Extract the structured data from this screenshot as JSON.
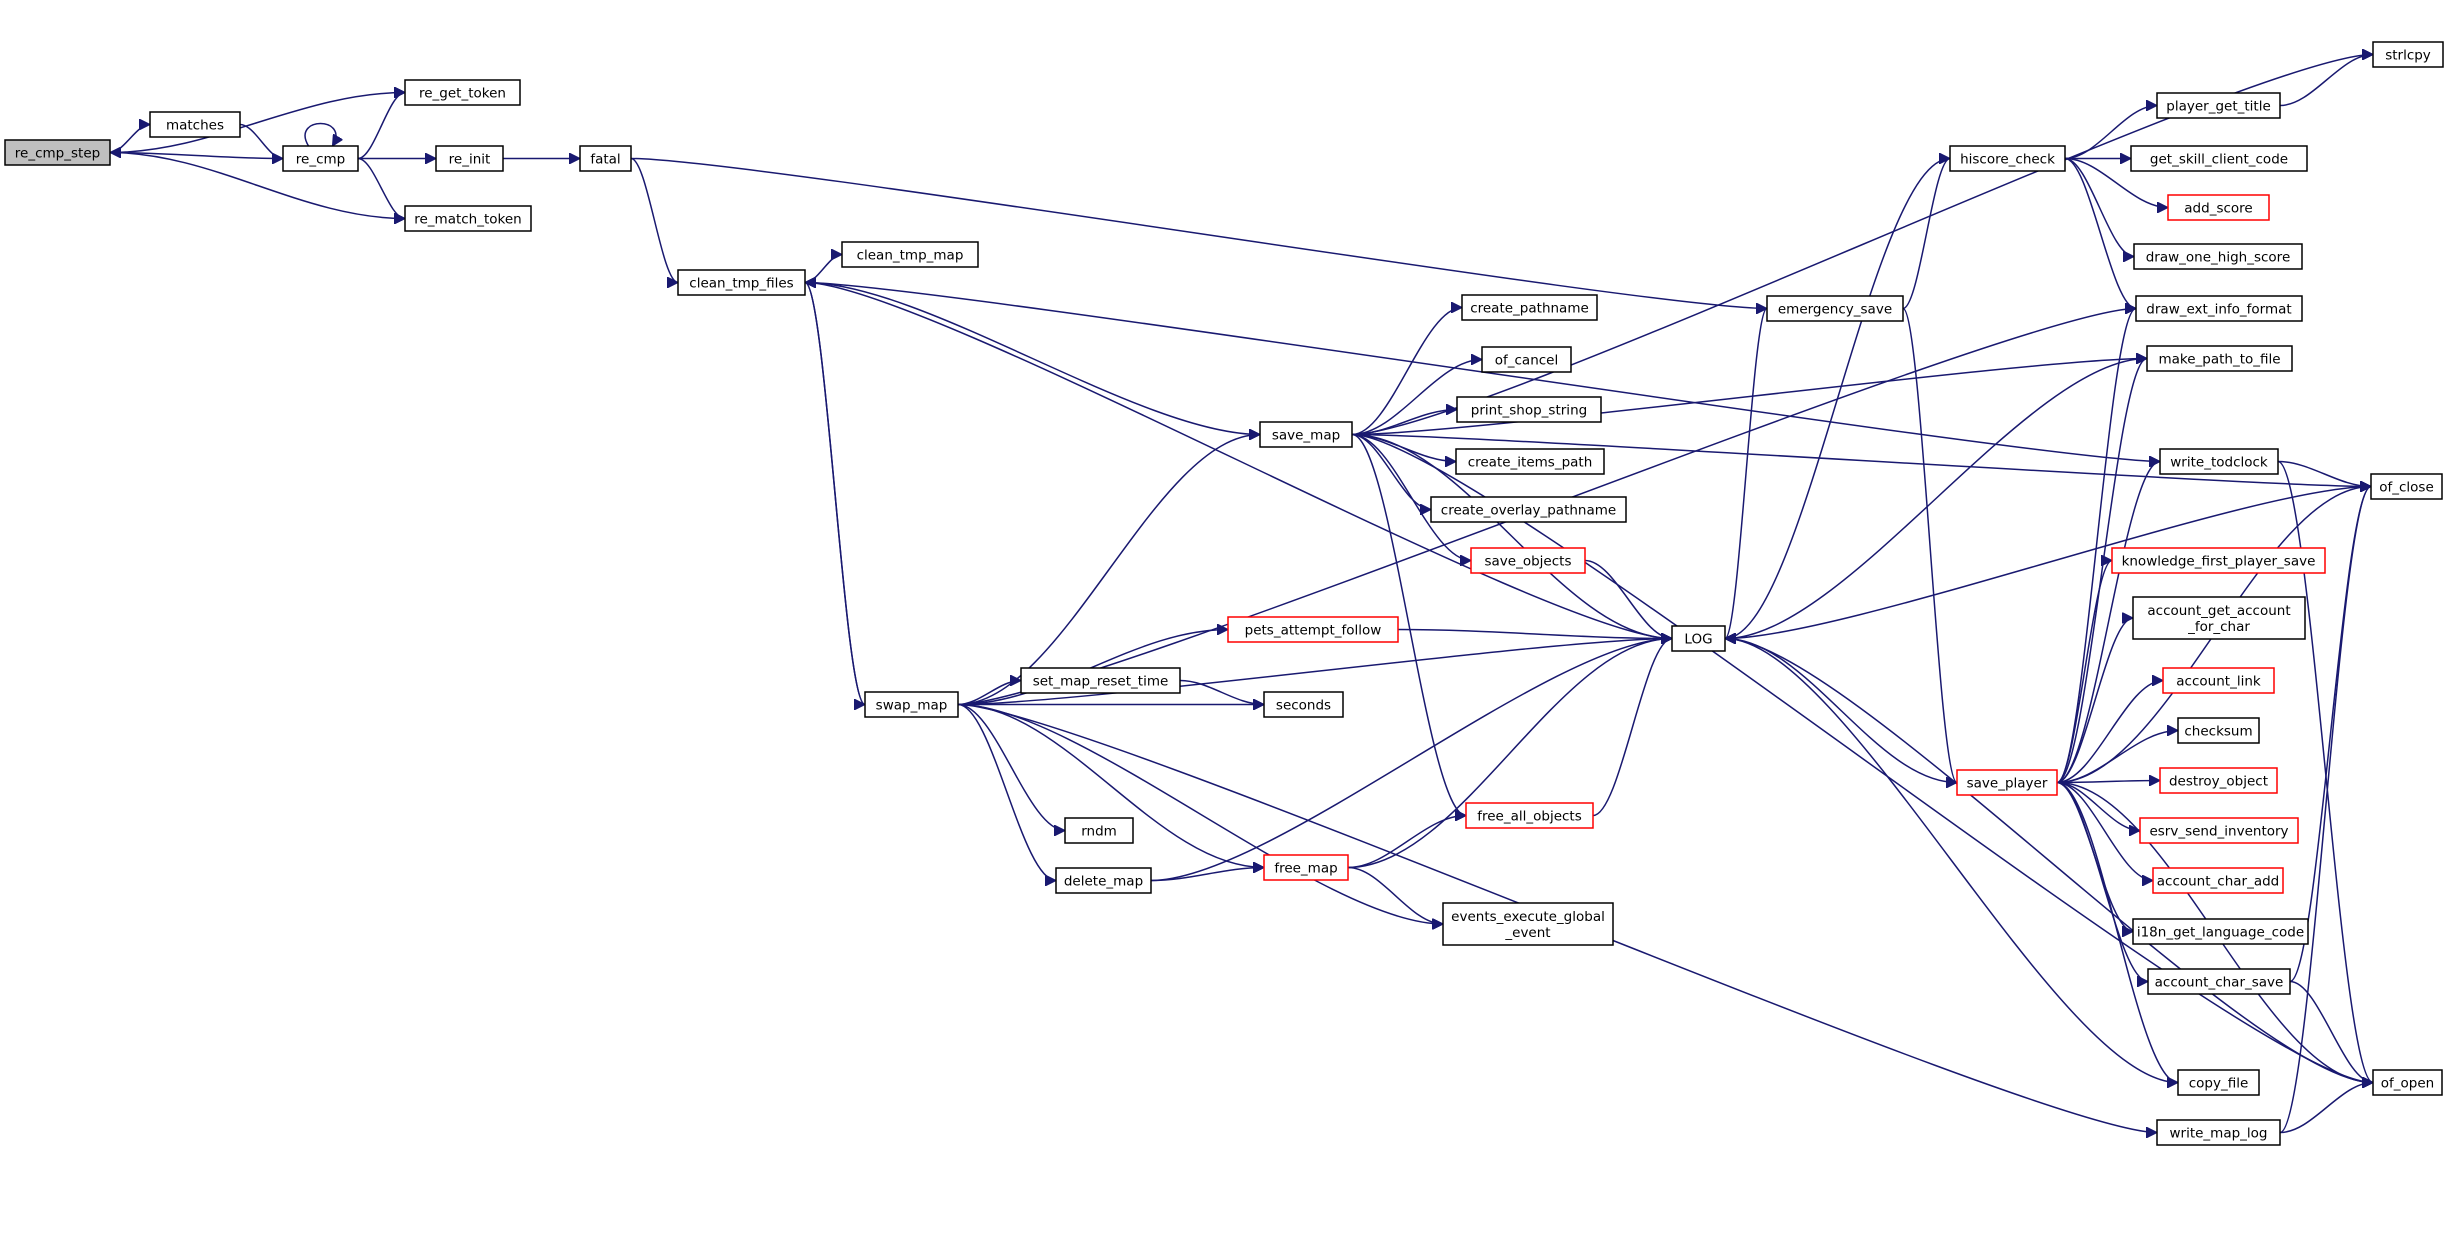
{
  "graph": {
    "nodes": [
      {
        "id": "re_cmp_step",
        "label": "re_cmp_step",
        "style": "root"
      },
      {
        "id": "matches",
        "label": "matches"
      },
      {
        "id": "re_cmp",
        "label": "re_cmp"
      },
      {
        "id": "re_get_token",
        "label": "re_get_token"
      },
      {
        "id": "re_init",
        "label": "re_init"
      },
      {
        "id": "re_match_token",
        "label": "re_match_token"
      },
      {
        "id": "fatal",
        "label": "fatal"
      },
      {
        "id": "clean_tmp_files",
        "label": "clean_tmp_files"
      },
      {
        "id": "clean_tmp_map",
        "label": "clean_tmp_map"
      },
      {
        "id": "swap_map",
        "label": "swap_map"
      },
      {
        "id": "save_map",
        "label": "save_map"
      },
      {
        "id": "create_pathname",
        "label": "create_pathname"
      },
      {
        "id": "of_cancel",
        "label": "of_cancel"
      },
      {
        "id": "print_shop_string",
        "label": "print_shop_string"
      },
      {
        "id": "create_items_path",
        "label": "create_items_path"
      },
      {
        "id": "create_overlay_pathname",
        "label": "create_overlay_pathname"
      },
      {
        "id": "save_objects",
        "label": "save_objects",
        "style": "red"
      },
      {
        "id": "pets_attempt_follow",
        "label": "pets_attempt_follow",
        "style": "red"
      },
      {
        "id": "set_map_reset_time",
        "label": "set_map_reset_time"
      },
      {
        "id": "seconds",
        "label": "seconds"
      },
      {
        "id": "rndm",
        "label": "rndm"
      },
      {
        "id": "delete_map",
        "label": "delete_map"
      },
      {
        "id": "free_map",
        "label": "free_map",
        "style": "red"
      },
      {
        "id": "free_all_objects",
        "label": "free_all_objects",
        "style": "red"
      },
      {
        "id": "events_execute_global_event",
        "label": "events_execute_global\n_event"
      },
      {
        "id": "LOG",
        "label": "LOG"
      },
      {
        "id": "emergency_save",
        "label": "emergency_save"
      },
      {
        "id": "hiscore_check",
        "label": "hiscore_check"
      },
      {
        "id": "save_player",
        "label": "save_player",
        "style": "red"
      },
      {
        "id": "player_get_title",
        "label": "player_get_title"
      },
      {
        "id": "strlcpy",
        "label": "strlcpy"
      },
      {
        "id": "get_skill_client_code",
        "label": "get_skill_client_code"
      },
      {
        "id": "add_score",
        "label": "add_score",
        "style": "red"
      },
      {
        "id": "draw_one_high_score",
        "label": "draw_one_high_score"
      },
      {
        "id": "draw_ext_info_format",
        "label": "draw_ext_info_format"
      },
      {
        "id": "make_path_to_file",
        "label": "make_path_to_file"
      },
      {
        "id": "write_todclock",
        "label": "write_todclock"
      },
      {
        "id": "of_close",
        "label": "of_close"
      },
      {
        "id": "knowledge_first_player_save",
        "label": "knowledge_first_player_save",
        "style": "red"
      },
      {
        "id": "account_get_account_for_char",
        "label": "account_get_account\n_for_char"
      },
      {
        "id": "account_link",
        "label": "account_link",
        "style": "red"
      },
      {
        "id": "checksum",
        "label": "checksum"
      },
      {
        "id": "destroy_object",
        "label": "destroy_object",
        "style": "red"
      },
      {
        "id": "esrv_send_inventory",
        "label": "esrv_send_inventory",
        "style": "red"
      },
      {
        "id": "account_char_add",
        "label": "account_char_add",
        "style": "red"
      },
      {
        "id": "i18n_get_language_code",
        "label": "i18n_get_language_code"
      },
      {
        "id": "account_char_save",
        "label": "account_char_save"
      },
      {
        "id": "copy_file",
        "label": "copy_file"
      },
      {
        "id": "of_open",
        "label": "of_open"
      },
      {
        "id": "write_map_log",
        "label": "write_map_log"
      }
    ],
    "edges": [
      [
        "re_cmp_step",
        "matches"
      ],
      [
        "re_cmp_step",
        "re_get_token"
      ],
      [
        "re_cmp_step",
        "re_match_token"
      ],
      [
        "matches",
        "re_cmp"
      ],
      [
        "re_cmp",
        "re_cmp_step"
      ],
      [
        "re_cmp",
        "re_cmp"
      ],
      [
        "re_cmp",
        "re_get_token"
      ],
      [
        "re_cmp",
        "re_init"
      ],
      [
        "re_cmp",
        "re_match_token"
      ],
      [
        "re_init",
        "fatal"
      ],
      [
        "fatal",
        "clean_tmp_files"
      ],
      [
        "fatal",
        "emergency_save"
      ],
      [
        "clean_tmp_files",
        "clean_tmp_map"
      ],
      [
        "clean_tmp_files",
        "save_map"
      ],
      [
        "clean_tmp_files",
        "swap_map"
      ],
      [
        "clean_tmp_files",
        "write_todclock"
      ],
      [
        "save_map",
        "create_pathname"
      ],
      [
        "save_map",
        "of_cancel"
      ],
      [
        "save_map",
        "print_shop_string"
      ],
      [
        "save_map",
        "create_items_path"
      ],
      [
        "save_map",
        "create_overlay_pathname"
      ],
      [
        "save_map",
        "save_objects"
      ],
      [
        "save_map",
        "LOG"
      ],
      [
        "save_map",
        "free_all_objects"
      ],
      [
        "save_map",
        "strlcpy"
      ],
      [
        "save_map",
        "of_close"
      ],
      [
        "save_map",
        "make_path_to_file"
      ],
      [
        "save_map",
        "of_open"
      ],
      [
        "swap_map",
        "save_map"
      ],
      [
        "swap_map",
        "clean_tmp_files"
      ],
      [
        "swap_map",
        "pets_attempt_follow"
      ],
      [
        "swap_map",
        "set_map_reset_time"
      ],
      [
        "swap_map",
        "seconds"
      ],
      [
        "swap_map",
        "rndm"
      ],
      [
        "swap_map",
        "delete_map"
      ],
      [
        "swap_map",
        "free_map"
      ],
      [
        "swap_map",
        "events_execute_global_event"
      ],
      [
        "swap_map",
        "LOG"
      ],
      [
        "swap_map",
        "write_map_log"
      ],
      [
        "swap_map",
        "draw_ext_info_format"
      ],
      [
        "save_objects",
        "LOG"
      ],
      [
        "pets_attempt_follow",
        "LOG"
      ],
      [
        "set_map_reset_time",
        "seconds"
      ],
      [
        "delete_map",
        "free_map"
      ],
      [
        "delete_map",
        "LOG"
      ],
      [
        "free_map",
        "free_all_objects"
      ],
      [
        "free_map",
        "events_execute_global_event"
      ],
      [
        "free_map",
        "LOG"
      ],
      [
        "free_all_objects",
        "LOG"
      ],
      [
        "LOG",
        "clean_tmp_files"
      ],
      [
        "emergency_save",
        "hiscore_check"
      ],
      [
        "emergency_save",
        "save_player"
      ],
      [
        "emergency_save",
        "LOG"
      ],
      [
        "hiscore_check",
        "player_get_title"
      ],
      [
        "hiscore_check",
        "get_skill_client_code"
      ],
      [
        "hiscore_check",
        "add_score"
      ],
      [
        "hiscore_check",
        "draw_one_high_score"
      ],
      [
        "hiscore_check",
        "draw_ext_info_format"
      ],
      [
        "hiscore_check",
        "LOG"
      ],
      [
        "player_get_title",
        "strlcpy"
      ],
      [
        "save_player",
        "LOG"
      ],
      [
        "save_player",
        "draw_ext_info_format"
      ],
      [
        "save_player",
        "make_path_to_file"
      ],
      [
        "save_player",
        "write_todclock"
      ],
      [
        "save_player",
        "of_close"
      ],
      [
        "save_player",
        "knowledge_first_player_save"
      ],
      [
        "save_player",
        "account_get_account_for_char"
      ],
      [
        "save_player",
        "account_link"
      ],
      [
        "save_player",
        "checksum"
      ],
      [
        "save_player",
        "destroy_object"
      ],
      [
        "save_player",
        "esrv_send_inventory"
      ],
      [
        "save_player",
        "account_char_add"
      ],
      [
        "save_player",
        "i18n_get_language_code"
      ],
      [
        "save_player",
        "account_char_save"
      ],
      [
        "save_player",
        "copy_file"
      ],
      [
        "save_player",
        "of_open"
      ],
      [
        "make_path_to_file",
        "LOG"
      ],
      [
        "write_todclock",
        "of_close"
      ],
      [
        "write_todclock",
        "of_open"
      ],
      [
        "of_close",
        "LOG"
      ],
      [
        "account_char_save",
        "of_close"
      ],
      [
        "account_char_save",
        "of_open"
      ],
      [
        "copy_file",
        "LOG"
      ],
      [
        "of_open",
        "LOG"
      ],
      [
        "write_map_log",
        "of_open"
      ],
      [
        "write_map_log",
        "of_close"
      ]
    ]
  }
}
